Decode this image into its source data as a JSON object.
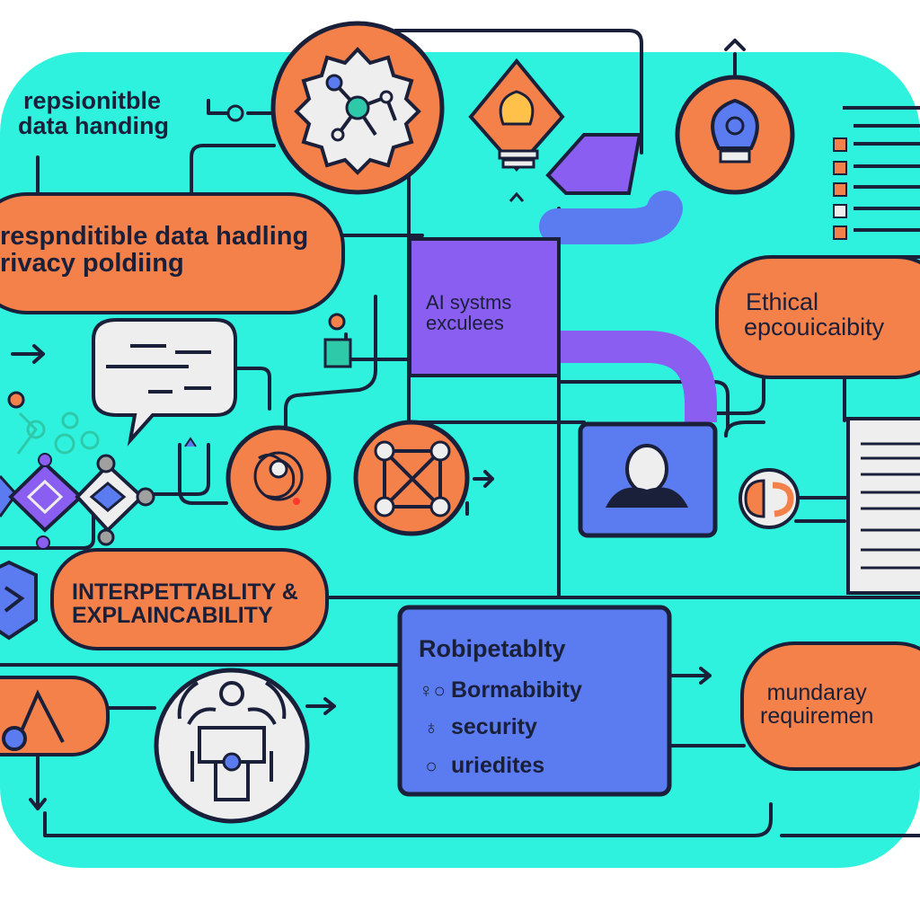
{
  "nodes": {
    "top_label": {
      "line1": "repsionitble",
      "line2": "data handing"
    },
    "privacy": {
      "line1": "respnditible data hadling",
      "line2": "rivacy poldiing"
    },
    "ai_systems": {
      "line1": "AI systms",
      "line2": "exculees"
    },
    "ethical": {
      "line1": "Ethical",
      "line2": "epcouicaibity"
    },
    "interpretability": {
      "line1": "INTERPETTABLITY &",
      "line2": "EXPLAINCABILITY"
    },
    "robustness": {
      "title": "Robipetablty",
      "items": [
        {
          "icon": "person-circle-icon",
          "glyph": "♀○",
          "label": "Bormabibity"
        },
        {
          "icon": "user-icon",
          "glyph": "♁",
          "label": "security"
        },
        {
          "icon": "circle-icon",
          "glyph": "○",
          "label": "uriedites"
        }
      ]
    },
    "mundaray": {
      "line1": "mundaray",
      "line2": "requiremen"
    }
  },
  "colors": {
    "canvas": "#2ef2dd",
    "orange": "#f4804a",
    "blue": "#5b7cf0",
    "purple": "#8a5ef0",
    "ink": "#1a1f3a",
    "paper": "#eeeeee"
  }
}
